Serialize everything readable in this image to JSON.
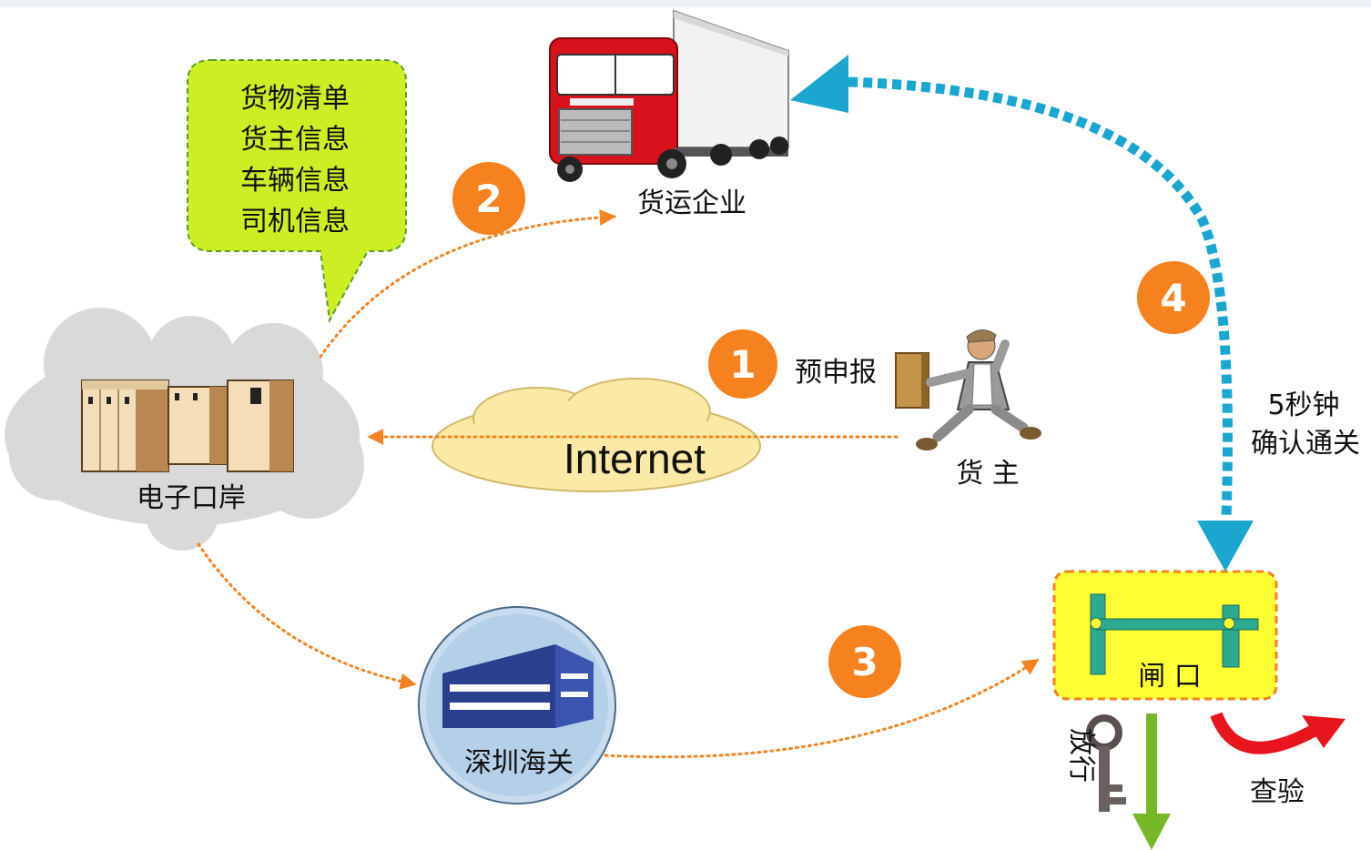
{
  "colors": {
    "orange": "#F5821F",
    "dotted_arrow": "#F5821F",
    "blue_arrow": "#1BA6CF",
    "bubble": "#CCEE22",
    "cloud": "#D9D9D9",
    "internet_cloud": "#FBE9A6",
    "gate_box": "#FFFF33",
    "gate_bar": "#2BAA8F",
    "green_arrow": "#77B829",
    "red_arrow": "#E8141E",
    "truck_cab": "#D7121C"
  },
  "bubble": {
    "lines": [
      "货物清单",
      "货主信息",
      "车辆信息",
      "司机信息"
    ]
  },
  "nodes": {
    "truck": {
      "label": "货运企业",
      "icon": "truck-icon"
    },
    "port": {
      "label": "电子口岸",
      "icon": "server-racks-icon"
    },
    "internet": {
      "label": "Internet"
    },
    "owner": {
      "label": "货  主",
      "icon": "running-man-icon"
    },
    "customs": {
      "label": "深圳海关",
      "icon": "building-icon"
    },
    "gate": {
      "label": "闸  口",
      "icon": "gate-barrier-icon"
    }
  },
  "steps": [
    {
      "number": "1",
      "label": "预申报"
    },
    {
      "number": "2"
    },
    {
      "number": "3"
    },
    {
      "number": "4",
      "label_lines": [
        "5秒钟",
        "确认通关"
      ]
    }
  ],
  "outcomes": {
    "release": "放行",
    "inspect": "查验"
  }
}
